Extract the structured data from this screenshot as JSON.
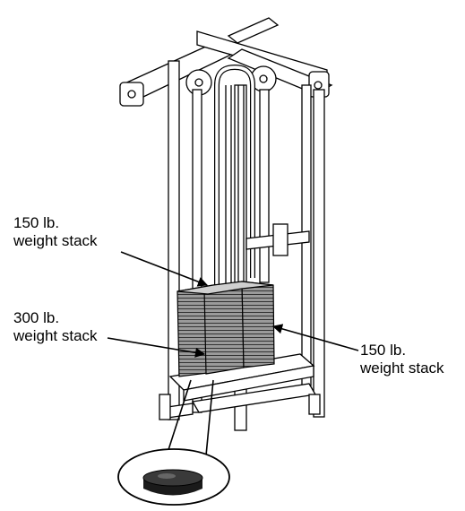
{
  "labels": {
    "top_left": {
      "line1": "150 lb.",
      "line2": "weight stack"
    },
    "mid_left": {
      "line1": "300 lb.",
      "line2": "weight stack"
    },
    "right": {
      "line1": "150 lb.",
      "line2": "weight stack"
    }
  },
  "colors": {
    "ink": "#000000",
    "frame_fill": "#ffffff",
    "plate_fill": "#8a8a8a",
    "foot_fill": "#1a1a1a"
  }
}
